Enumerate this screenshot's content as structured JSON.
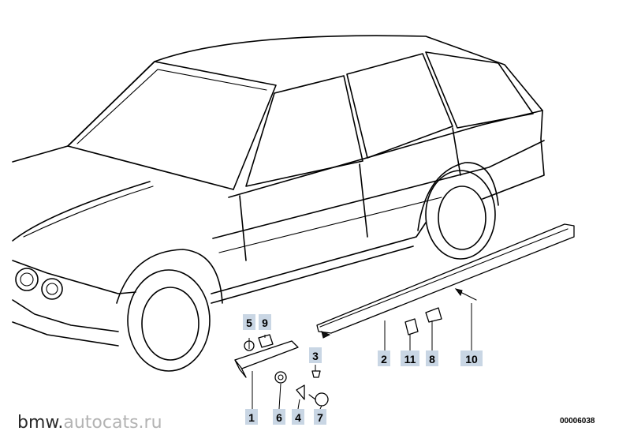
{
  "diagram": {
    "id": "00006038",
    "watermark": {
      "prefix": "bmw.",
      "domain": "autocats.ru"
    },
    "callouts": [
      {
        "key": "1",
        "label": "1"
      },
      {
        "key": "2",
        "label": "2"
      },
      {
        "key": "3",
        "label": "3"
      },
      {
        "key": "4",
        "label": "4"
      },
      {
        "key": "5",
        "label": "5"
      },
      {
        "key": "6",
        "label": "6"
      },
      {
        "key": "7",
        "label": "7"
      },
      {
        "key": "8",
        "label": "8"
      },
      {
        "key": "9",
        "label": "9"
      },
      {
        "key": "10",
        "label": "10"
      },
      {
        "key": "11",
        "label": "11"
      }
    ]
  }
}
